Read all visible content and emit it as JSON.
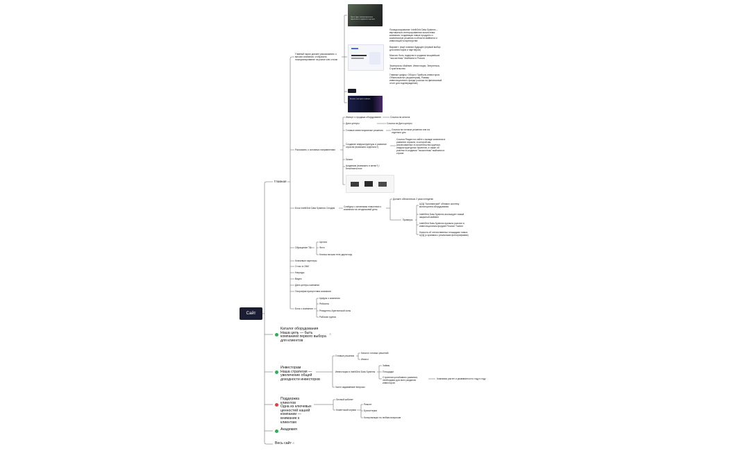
{
  "root": {
    "label": "Сайт"
  },
  "colors": {
    "root_bg": "#1b1d33",
    "line": "#555555",
    "green": "#2fae5a",
    "red": "#e0413a"
  },
  "branches": {
    "main": {
      "label": "Главная"
    },
    "catalog": {
      "label": "Каталог оборудования\nНаша цель — быть компанией первого выбора для клиентов"
    },
    "investors": {
      "label": "Инвесторам\nНаша стратегия — увеличение общей доходности инвесторов"
    },
    "support": {
      "label": "Поддержка клиентов\nОдна из ключевых ценностей нашей компании — внимание к клиентам"
    },
    "academy": {
      "label": "Академия"
    },
    "all_site": {
      "label": "Весь сайт"
    }
  },
  "main": {
    "first_screen": "Главный экран должен рассказывать о миссии компании, отобразить позиционирование на рынке или слоган",
    "positioning": "Позиционирование: IntelliGrid Data Systems – вертикально интегрированная экосистема: компания, создающая новые продукты и комплексные решения в области майнинга и инвестиций в партнерстве",
    "variant": "Вариант: (ещё главное будущее (первый выбор для инвесторов и партнеров)",
    "mission": "Миссия: быть лидером в создании мощнейших \"экосистемы\" Майнинга в России",
    "expertise": "Экспертиза: Майнинг, Инвестиции, Энергетика, Строительство",
    "key_numbers": "Главные цифры: Оборот, Прибыль инвесторов, Объем выплат (акционерам), Размер инвестиционного фонда (ссылка на финансовый отчет для подтверждения)",
    "directions": "Рассказать о основных направлениях",
    "dir_items": [
      "Импорт и продажа оборудования",
      "Дата центры",
      "Готовые инвестиционные решения",
      "Создание инфраструктуры и развитие отрасли (возможно отдельно?)",
      "Лизинг",
      "Академия (возможно в меню?) / Безопасностью"
    ],
    "dir_notes": [
      "Ссылка на каталог",
      "Ссылка на Дата центры",
      "Ссылка на готовые решения или на отдельно дно",
      "Ссылка Раздел на сайте о вкладе компании в развитие отрасли, в которой мы, реализованных в строительство крупных инфраструктурных проектов, а также об участии в создании \"экосистемы\" майнинга в стране"
    ],
    "news": "Блок IntelliGrid Data Systems Сегодня",
    "news_desc": "Слайдер с основными новостями о компании на сегодняшний день",
    "news_update": "Должен обновляться 2 раза в неделю",
    "examples_label": "Примеры",
    "examples": [
      "ЦОД \"Калининский\" обновил систему мониторинга оборудования",
      "IntelliGrid Data Systems анонсирует новый закрытый майнинг",
      "IntelliGrid Data Systems принялa участие в инвестиционном форуме Finance Tracker",
      "Новость об отечественных площадках новых ЦОД (с кранами с реальными фотографиями)"
    ],
    "feedback": "Обращение ТО",
    "feedback_items": [
      "Цитата",
      "Фото",
      "Кнопка письма теле директору"
    ],
    "other_items": [
      "Ключевые партнеры",
      "О нас в СМИ",
      "Награды",
      "Видео",
      "Дата центры компании",
      "География присутствия компании"
    ],
    "facts": "Блок о компании",
    "facts_items": [
      "Цифры о компании",
      "Рейтинги",
      "Резиденты Арктической зоны",
      "Рабочая группа"
    ]
  },
  "investors": {
    "ready": "Готовые решения",
    "ready_items": [
      "Каталог готовых решений",
      "Инвест"
    ],
    "invest": "Инвестиции в IntelliGrid Data Systems",
    "invest_items": [
      "Займы",
      "Площадки",
      "Стратегия устойчивого развития, необходимо для всех разделов инвесторов"
    ],
    "invest_note": "Компания растет и развивается по году и году",
    "faq": "Часто задаваемые вопросы"
  },
  "support": {
    "cabinet": "Личный кабинет",
    "service": "Клиентский сервис",
    "service_items": [
      "Ремонт",
      "Бухгалтерия",
      "Консультации по любым вопросам"
    ]
  },
  "thumbs": {
    "t1_caption": "Здесь будет позиционирование идеального и надежного партнера",
    "t3_caption": "Больше, чем просто майнинг"
  }
}
